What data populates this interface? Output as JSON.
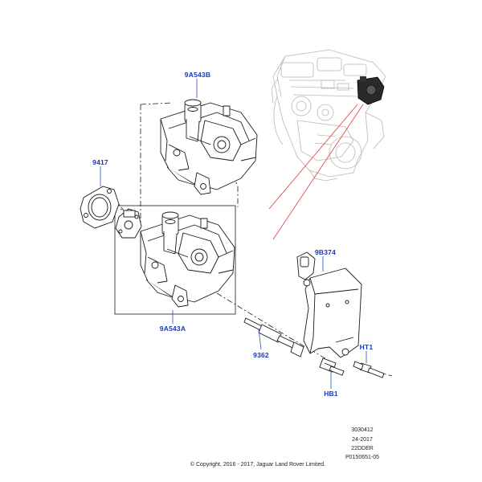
{
  "callouts": {
    "pump_upper": "9A543B",
    "pump_lower": "9A543A",
    "gasket": "9417",
    "bracket": "9B374",
    "stud": "9362",
    "bolt": "HB1",
    "screw": "HT1"
  },
  "footer": {
    "ref_line_1": "3030412",
    "ref_line_2": "24-2017",
    "ref_line_3": "22DDER",
    "ref_line_4": "P0150651-05",
    "copyright": "© Copyright, 2016 - 2017, Jaguar Land Rover Limited."
  },
  "colors": {
    "callout_text": "#1a37b8",
    "leader_line": "#2b4fd8",
    "pointer_line": "#e23a3a",
    "outline": "#1a1a1a",
    "ghost_engine": "#b8b8b8"
  }
}
